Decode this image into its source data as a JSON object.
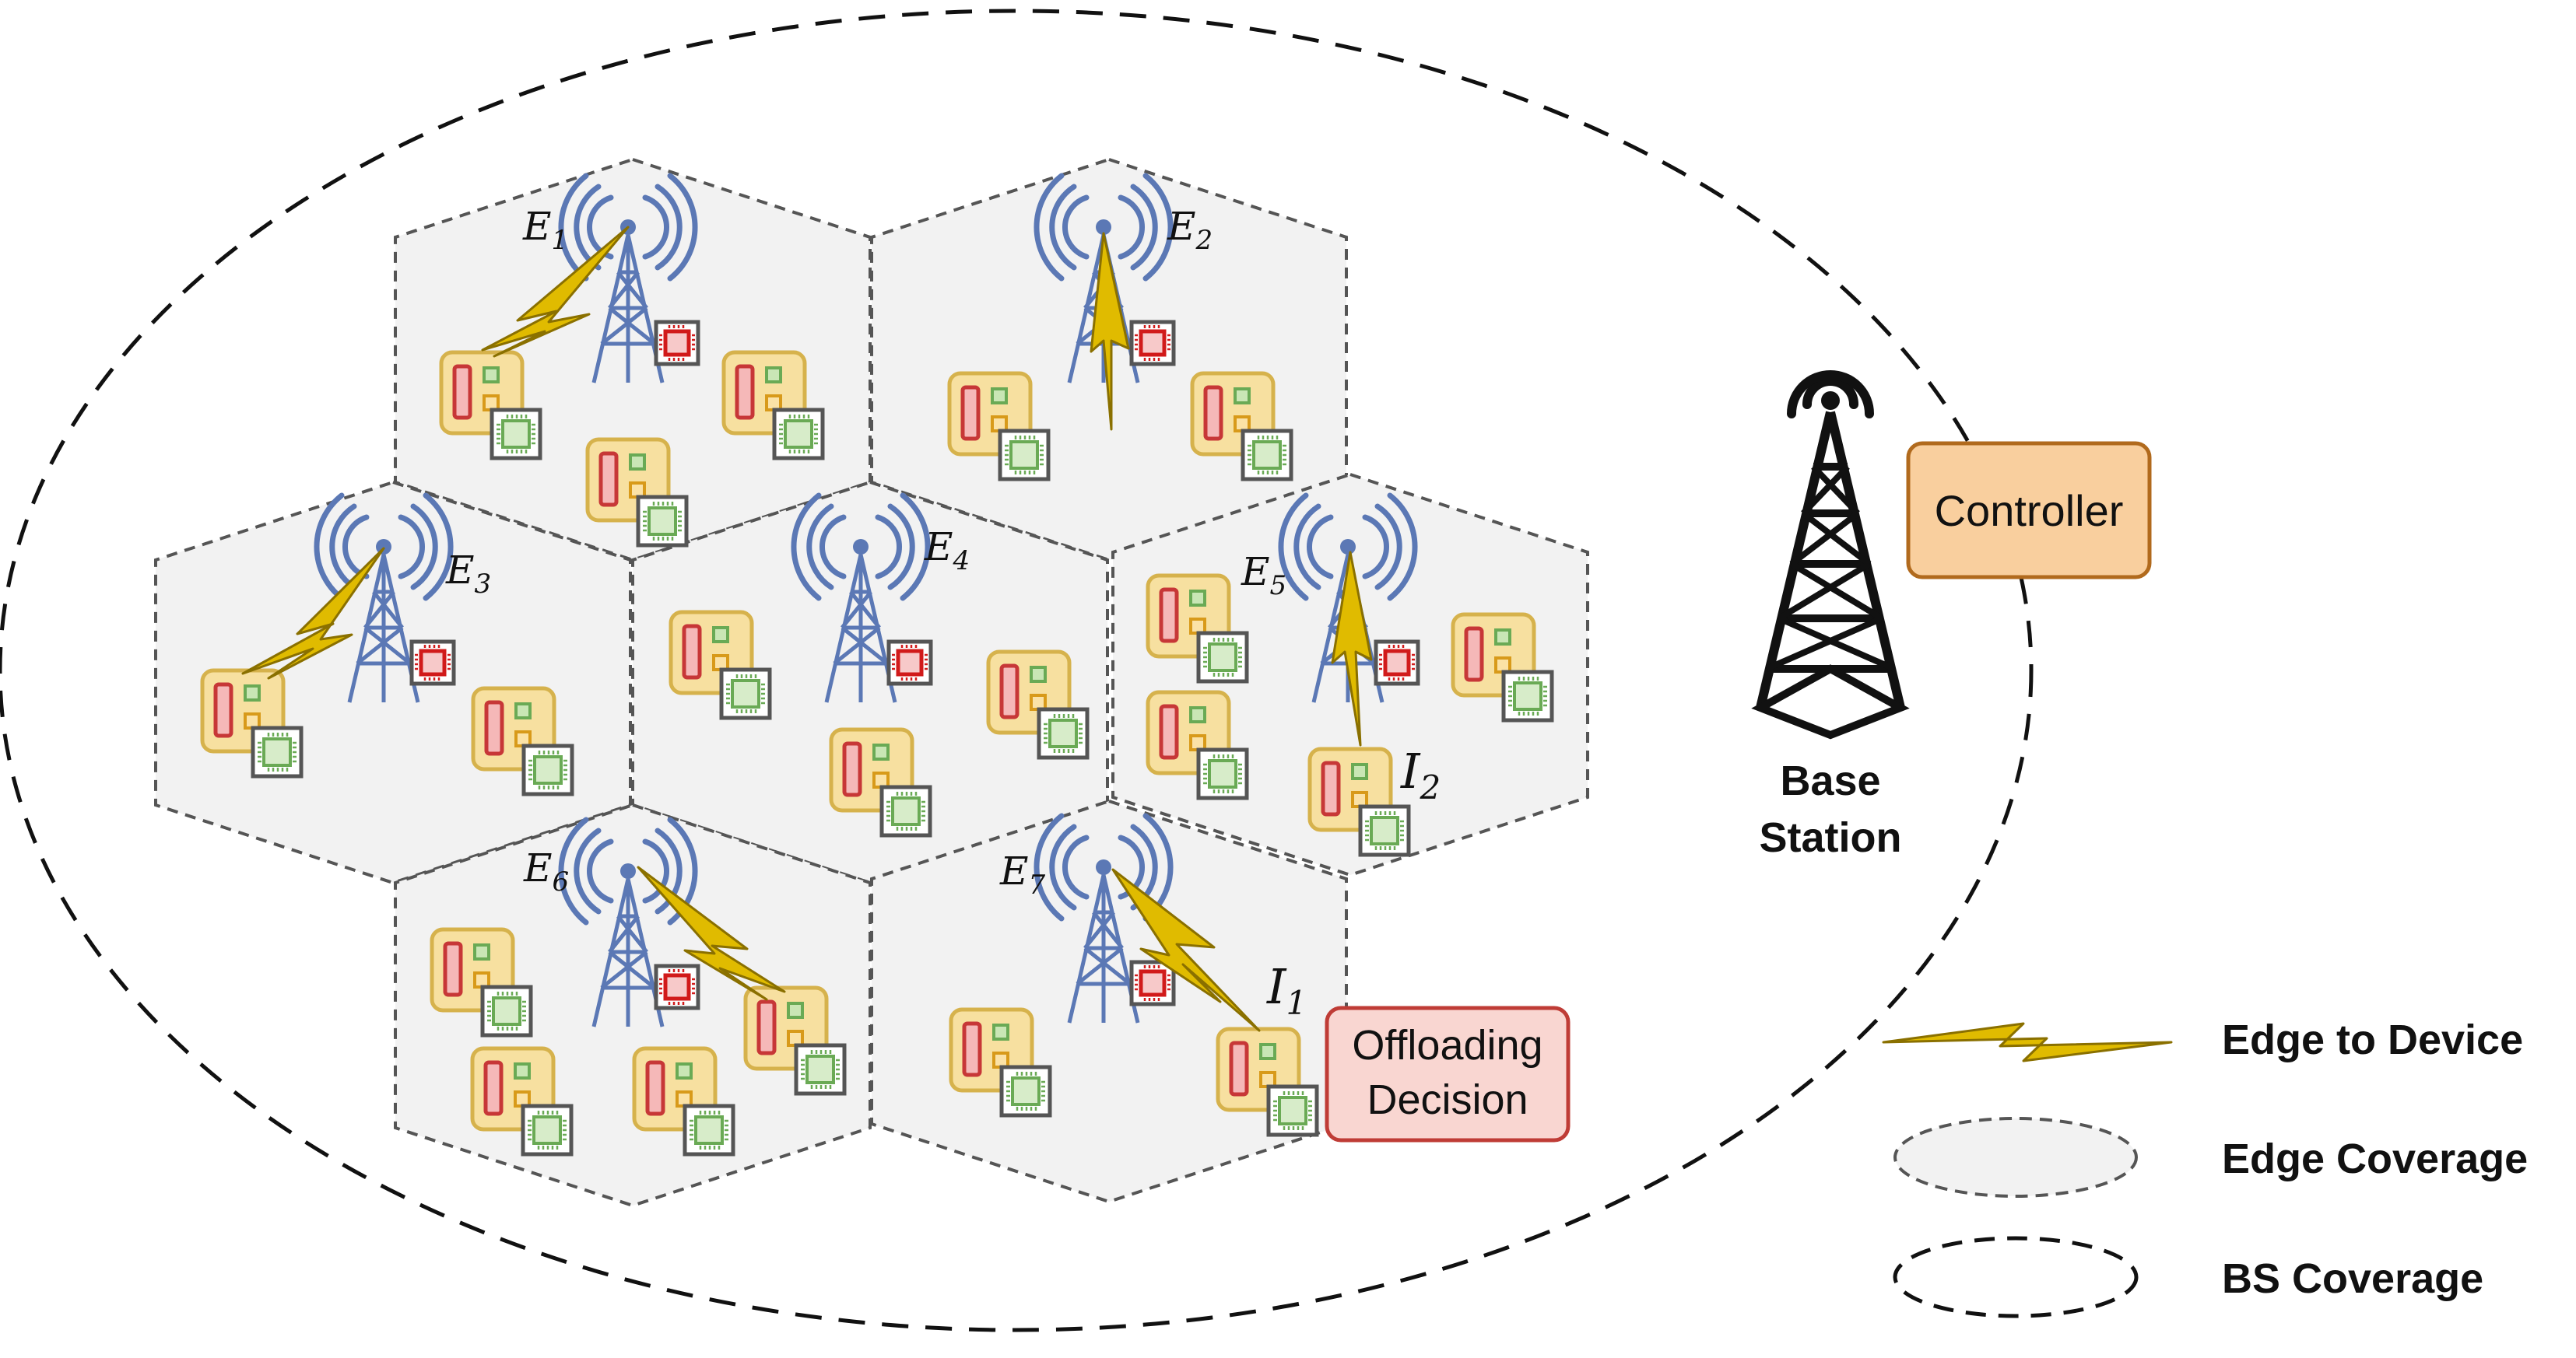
{
  "edges": [
    {
      "letter": "E",
      "sub": "1"
    },
    {
      "letter": "E",
      "sub": "2"
    },
    {
      "letter": "E",
      "sub": "3"
    },
    {
      "letter": "E",
      "sub": "4"
    },
    {
      "letter": "E",
      "sub": "5"
    },
    {
      "letter": "E",
      "sub": "6"
    },
    {
      "letter": "E",
      "sub": "7"
    }
  ],
  "devices": [
    {
      "letter": "I",
      "sub": "1"
    },
    {
      "letter": "I",
      "sub": "2"
    }
  ],
  "base_station": {
    "line1": "Base",
    "line2": "Station"
  },
  "controller": {
    "label": "Controller"
  },
  "offloading": {
    "line1": "Offloading",
    "line2": "Decision"
  },
  "legend": {
    "edge_to_device": "Edge to Device",
    "edge_coverage": "Edge Coverage",
    "bs_coverage": "BS Coverage"
  },
  "colors": {
    "hex_fill": "#f2f2f2",
    "hex_stroke": "#555555",
    "antenna": "#5b78b5",
    "lightning": "#d9b400",
    "lightning_stroke": "#8a7000",
    "device_fill": "#f7e0a0",
    "device_stroke": "#d6b24c",
    "chip_red": "#d11a1a",
    "chip_green": "#6aaa55",
    "controller_fill": "#f9cf9e",
    "controller_stroke": "#b16a1d",
    "offload_fill": "#f9d6d1",
    "offload_stroke": "#bf3c36"
  }
}
